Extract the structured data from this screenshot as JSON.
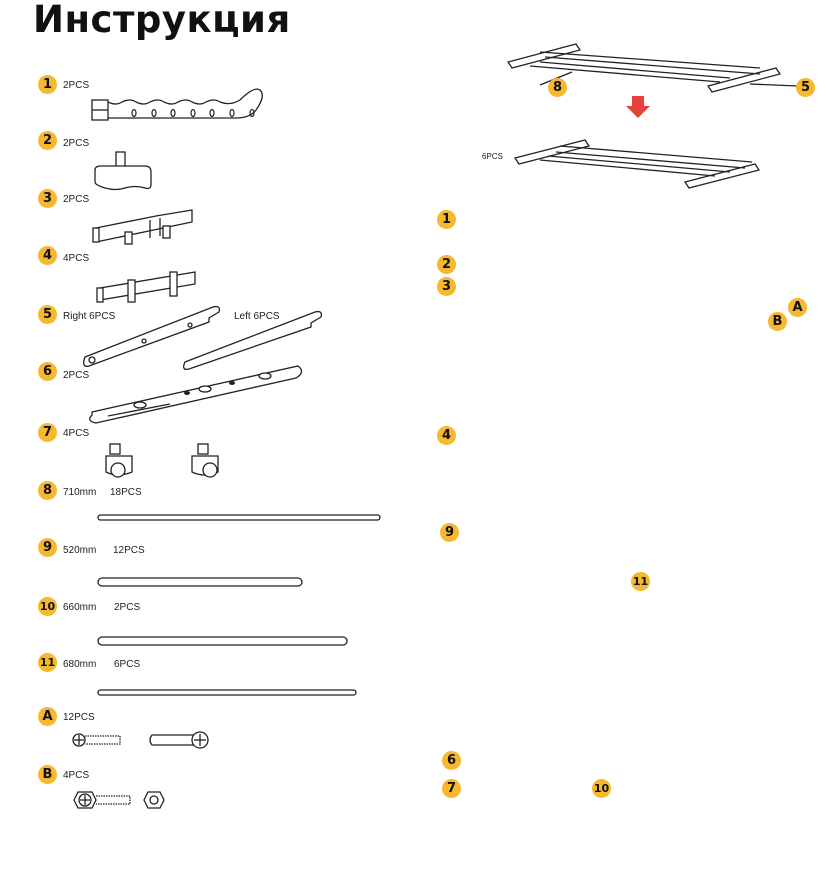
{
  "title": "Инструкция",
  "colors": {
    "badge": "#f5b82e",
    "arrow": "#e8403a"
  },
  "parts": [
    {
      "id": "1",
      "qty": "2PCS"
    },
    {
      "id": "2",
      "qty": "2PCS"
    },
    {
      "id": "3",
      "qty": "2PCS"
    },
    {
      "id": "4",
      "qty": "4PCS"
    },
    {
      "id": "5",
      "qty": "Right 6PCS",
      "qty2": "Left 6PCS"
    },
    {
      "id": "6",
      "qty": "2PCS"
    },
    {
      "id": "7",
      "qty": "4PCS"
    },
    {
      "id": "8",
      "size": "710mm",
      "qty": "18PCS"
    },
    {
      "id": "9",
      "size": "520mm",
      "qty": "12PCS"
    },
    {
      "id": "10",
      "size": "660mm",
      "qty": "2PCS"
    },
    {
      "id": "11",
      "size": "680mm",
      "qty": "6PCS"
    },
    {
      "id": "A",
      "qty": "12PCS"
    },
    {
      "id": "B",
      "qty": "4PCS"
    }
  ],
  "assembly": {
    "shelf_qty": "6PCS",
    "callouts": [
      "8",
      "5",
      "1",
      "2",
      "3",
      "A",
      "B",
      "4",
      "9",
      "11",
      "6",
      "7",
      "10"
    ]
  }
}
